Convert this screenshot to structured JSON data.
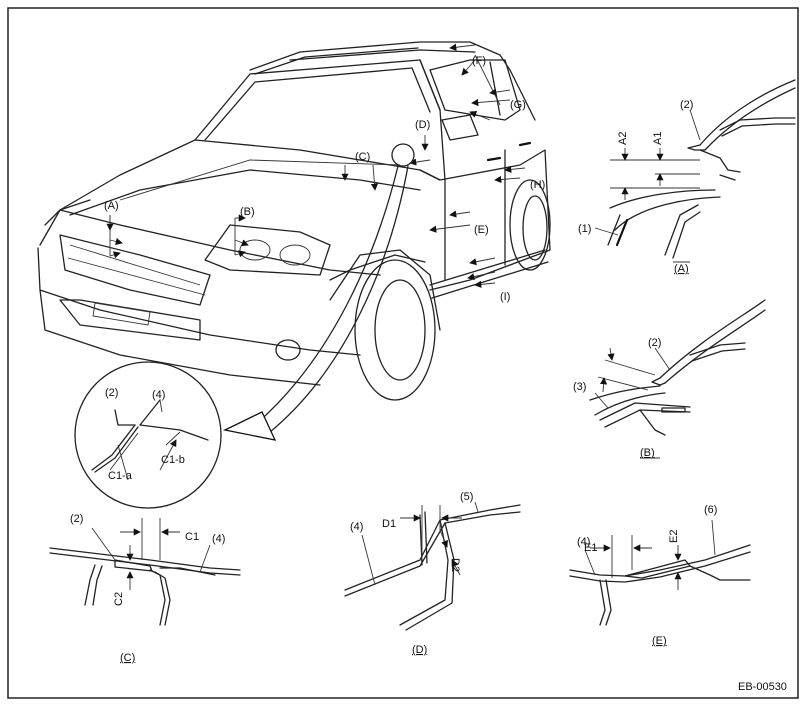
{
  "figure_code": "EB-00530",
  "car_labels": {
    "A": "(A)",
    "B": "(B)",
    "C": "(C)",
    "D": "(D)",
    "E": "(E)",
    "F": "(F)",
    "G": "(G)",
    "H": "(H)",
    "I": "(I)"
  },
  "detail_A": {
    "caption": "(A)",
    "dim1": "A1",
    "dim2": "A2",
    "part1": "(1)",
    "part2": "(2)"
  },
  "detail_B": {
    "caption": "(B)",
    "part2": "(2)",
    "part3": "(3)"
  },
  "zoom_circle": {
    "part2": "(2)",
    "part4": "(4)",
    "dim_a": "C1-a",
    "dim_b": "C1-b"
  },
  "detail_C": {
    "caption": "(C)",
    "part2": "(2)",
    "part4": "(4)",
    "dim1": "C1",
    "dim2": "C2"
  },
  "detail_D": {
    "caption": "(D)",
    "part4": "(4)",
    "part5": "(5)",
    "dim1": "D1",
    "dim2": "D2"
  },
  "detail_E": {
    "caption": "(E)",
    "part4": "(4)",
    "part6": "(6)",
    "dim1": "E1",
    "dim2": "E2"
  }
}
